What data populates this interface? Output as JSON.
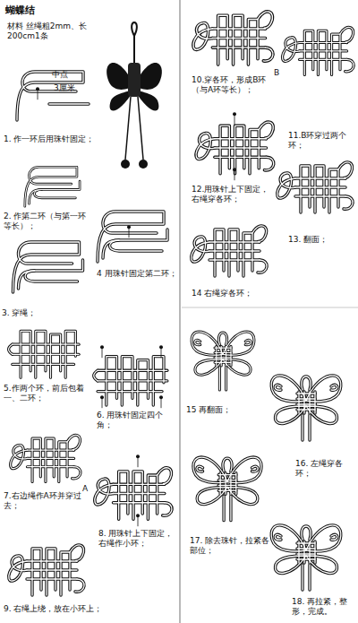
{
  "diagram": {
    "title": "蝴蝶结",
    "labels": [
      "材料 丝绳粗2mm、长 200cm1条",
      "中点",
      "3厘米",
      "1. 作一环后用珠针固定；",
      "2. 作第二环（与第一环等长）；",
      "4 用珠针固定第二环；",
      "3. 穿绳；",
      "5.作两个环，前后包着一、二环；",
      "6. 用珠针固定四个角；",
      "A",
      "7.右边绳作A环并穿过去；",
      "8. 用珠针上下固定，右绳作小环；",
      "9. 右绳上绕，放在小环上；",
      "10.穿各环，形成B环（与A环等长）；",
      "B",
      "11.B环穿过两个环；",
      "12.用珠针上下固定，右绳穿各环；",
      "13. 翻面；",
      "14 右绳穿各环；",
      "15 再翻面；",
      "16. 左绳穿各环；",
      "17. 除去珠针，拉紧各部位；",
      "18. 再拉紧，整形，完成。"
    ]
  }
}
